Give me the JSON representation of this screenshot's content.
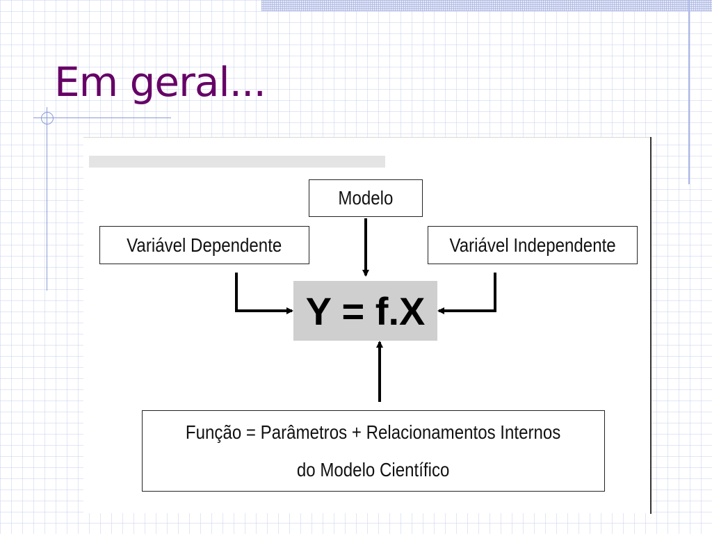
{
  "slide": {
    "title": "Em geral..."
  },
  "diagram": {
    "model_label": "Modelo",
    "dependent_label": "Variável Dependente",
    "independent_label": "Variável Independente",
    "formula": "Y = f.X",
    "function_line1": "Função = Parâmetros + Relacionamentos Internos",
    "function_line2": "do Modelo Científico"
  },
  "colors": {
    "title": "#660066",
    "accent_lines": "#8a9ad4",
    "formula_background": "#cfcfcf"
  }
}
